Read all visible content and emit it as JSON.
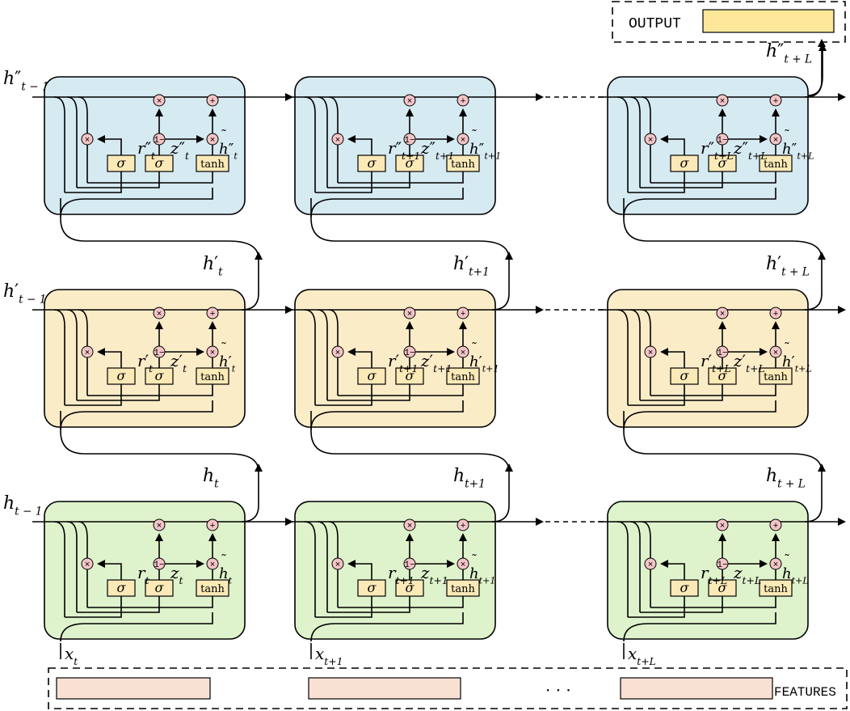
{
  "output_box": {
    "label": "OUTPUT",
    "bar_color": "#fde89a"
  },
  "features_box": {
    "label": "FEATURES",
    "bar_color": "#f8e1d3",
    "ellipsis": "· · ·"
  },
  "layers": [
    {
      "id": "top",
      "fill": "#d6eaf2",
      "state_in": {
        "base": "h",
        "prime": "″",
        "sub": "t − 1"
      },
      "prime": "″",
      "cells": [
        {
          "r": "t",
          "z": "t",
          "h": "t",
          "out": ""
        },
        {
          "r": "t+1",
          "z": "t+1",
          "h": "t+1",
          "out": ""
        },
        {
          "r": "t+L",
          "z": "t+L",
          "h": "t+L",
          "out": "t + L"
        }
      ]
    },
    {
      "id": "middle",
      "fill": "#fbecc8",
      "state_in": {
        "base": "h",
        "prime": "′",
        "sub": "t − 1"
      },
      "prime": "′",
      "cells": [
        {
          "r": "t",
          "z": "t",
          "h": "t",
          "out": "t"
        },
        {
          "r": "t+1",
          "z": "t+1",
          "h": "t+1",
          "out": "t+1"
        },
        {
          "r": "t+L",
          "z": "t+L",
          "h": "t+L",
          "out": "t + L"
        }
      ]
    },
    {
      "id": "bottom",
      "fill": "#def3cc",
      "state_in": {
        "base": "h",
        "prime": "",
        "sub": "t − 1"
      },
      "prime": "",
      "cells": [
        {
          "r": "t",
          "z": "t",
          "h": "t",
          "out": "t"
        },
        {
          "r": "t+1",
          "z": "t+1",
          "h": "t+1",
          "out": "t+1"
        },
        {
          "r": "t+L",
          "z": "t+L",
          "h": "t+L",
          "out": "t + L"
        }
      ]
    }
  ],
  "inputs": [
    {
      "base": "x",
      "sub": "t"
    },
    {
      "base": "x",
      "sub": "t+1"
    },
    {
      "base": "x",
      "sub": "t+L"
    }
  ],
  "gate_labels": {
    "sigma": "σ",
    "tanh": "tanh",
    "multiply": "×",
    "add": "+",
    "one_minus": "1−"
  }
}
